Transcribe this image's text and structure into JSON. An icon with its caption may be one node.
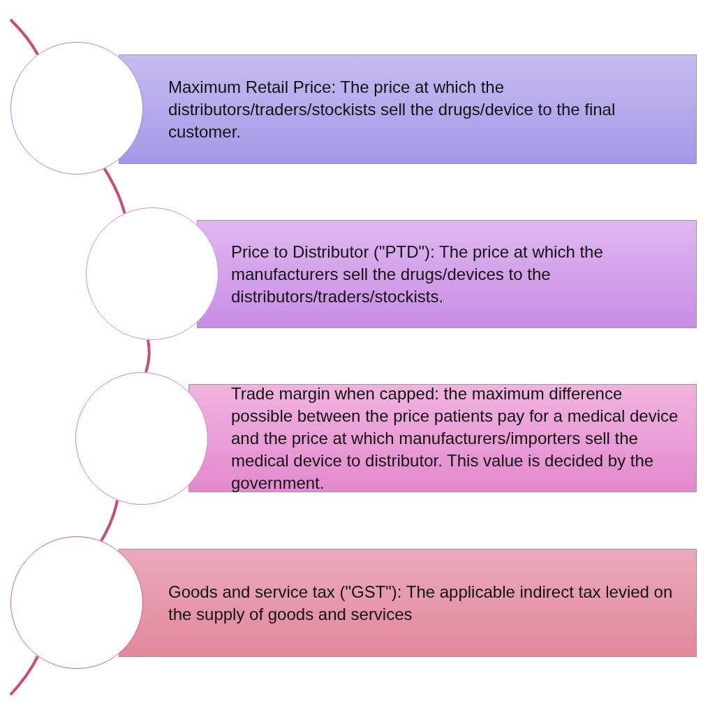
{
  "diagram": {
    "nodes": [
      {
        "text": [],
        "shape": "circle"
      },
      {
        "text": [
          "Maximum Retail Price: The price at which the distributors/traders/stockists sell the drugs/device to the final customer."
        ]
      },
      {
        "text": [],
        "shape": "circle"
      },
      {
        "text": [
          "Price to Distributor (\"PTD\"): The price at which the manufacturers sell the drugs/devices to the distributors/traders/stockists."
        ]
      },
      {
        "text": [],
        "shape": "circle"
      },
      {
        "text": [
          "Trade margin when capped: the maximum difference possible between the price patients pay for a medical device and the price at which manufacturers/importers sell the medical device to distributor. This value is decided by the government."
        ]
      },
      {
        "text": [],
        "shape": "circle"
      },
      {
        "text": [
          "Goods and service tax (\"GST\"): The applicable indirect tax levied on the supply of goods and services"
        ]
      }
    ],
    "edges": [
      {
        "from": null,
        "to": 0,
        "arrow": "none"
      },
      {
        "from": 0,
        "to": 2,
        "arrow": "none"
      },
      {
        "from": 2,
        "to": 4,
        "arrow": "none"
      },
      {
        "from": 4,
        "to": 6,
        "arrow": "none"
      },
      {
        "from": 6,
        "to": null,
        "arrow": "none"
      }
    ]
  }
}
